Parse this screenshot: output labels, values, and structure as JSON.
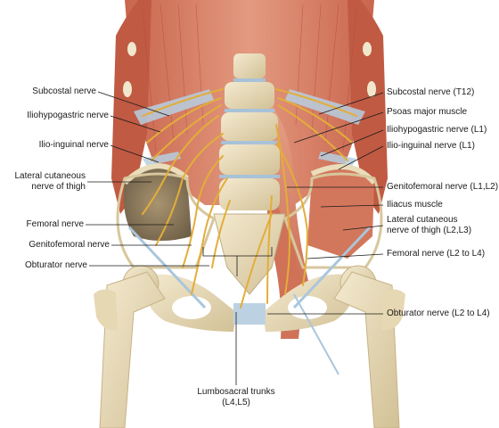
{
  "labels_left": [
    {
      "id": "subcostal-nerve-left",
      "text": "Subcostal nerve"
    },
    {
      "id": "iliohypogastric-nerve-left",
      "text": "Iliohypogastric nerve"
    },
    {
      "id": "ilio-inguinal-nerve-left",
      "text": "Ilio-inguinal nerve"
    },
    {
      "id": "lateral-cutaneous-left-1",
      "text": "Lateral cutaneous"
    },
    {
      "id": "lateral-cutaneous-left-2",
      "text": "nerve of thigh"
    },
    {
      "id": "femoral-nerve-left",
      "text": "Femoral nerve"
    },
    {
      "id": "genitofemoral-nerve-left",
      "text": "Genitofemoral nerve"
    },
    {
      "id": "obturator-nerve-left",
      "text": "Obturator nerve"
    }
  ],
  "labels_right": [
    {
      "id": "subcostal-nerve-right",
      "text": "Subcostal nerve (T12)"
    },
    {
      "id": "psoas-major-muscle",
      "text": "Psoas major muscle"
    },
    {
      "id": "iliohypogastric-nerve-right",
      "text": "Iliohypogastric nerve (L1)"
    },
    {
      "id": "ilio-inguinal-nerve-right",
      "text": "Ilio-inguinal nerve (L1)"
    },
    {
      "id": "genitofemoral-nerve-right",
      "text": "Genitofemoral nerve (L1,L2)"
    },
    {
      "id": "iliacus-muscle",
      "text": "Iliacus muscle"
    },
    {
      "id": "lateral-cutaneous-right-1",
      "text": "Lateral cutaneous"
    },
    {
      "id": "lateral-cutaneous-right-2",
      "text": "nerve of thigh (L2,L3)"
    },
    {
      "id": "femoral-nerve-right",
      "text": "Femoral nerve (L2 to L4)"
    },
    {
      "id": "obturator-nerve-right",
      "text": "Obturator nerve (L2 to L4)"
    }
  ],
  "labels_bottom": [
    {
      "id": "lumbosacral-trunks-1",
      "text": "Lumbosacral trunks"
    },
    {
      "id": "lumbosacral-trunks-2",
      "text": "(L4,L5)"
    }
  ],
  "colors": {
    "muscle": "#d9826a",
    "muscle_dark": "#b8553f",
    "bone": "#ece0bf",
    "bone_shadow": "#cbb98f",
    "nerve": "#e8b33c",
    "fascia": "#a9c6dc"
  }
}
